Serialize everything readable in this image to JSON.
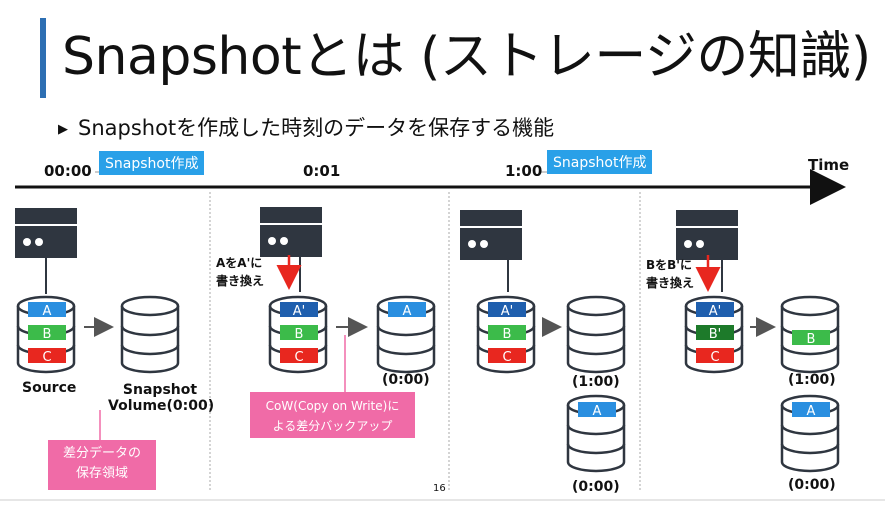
{
  "title": "Snapshotとは (ストレージの知識)",
  "bullet": "Snapshotを作成した時刻のデータを保存する機能",
  "timeline": {
    "axis_label": "Time",
    "t0": "00:00",
    "t1": "0:01",
    "t2": "1:00",
    "chip0": "Snapshot作成",
    "chip2": "Snapshot作成"
  },
  "blocks": {
    "a": "A",
    "b": "B",
    "c": "C",
    "a_prime": "A'",
    "b_prime": "B'"
  },
  "panel1": {
    "source_label": "Source",
    "snapshot_label_line1": "Snapshot",
    "snapshot_label_line2": "Volume(0:00)",
    "pink_line1": "差分データの",
    "pink_line2": "保存領域"
  },
  "panel2": {
    "write_line1": "AをA'に",
    "write_line2": "書き換え",
    "snap_time": "(0:00)",
    "pink_line1": "CoW(Copy on Write)に",
    "pink_line2": "よる差分バックアップ",
    "page_number": "16"
  },
  "panel3": {
    "snap_time_upper": "(1:00)",
    "snap_time_lower": "(0:00)"
  },
  "panel4": {
    "write_line1": "BをB'に",
    "write_line2": "書き換え",
    "snap_time_upper": "(1:00)",
    "snap_time_lower": "(0:00)"
  },
  "colors": {
    "accent": "#2d6fb3",
    "chip": "#29a0e8",
    "blue_block": "#2a8fe0",
    "green_block": "#3cbb4a",
    "red_block": "#e8271f",
    "pink": "#f06ba7",
    "server": "#2f3640"
  }
}
